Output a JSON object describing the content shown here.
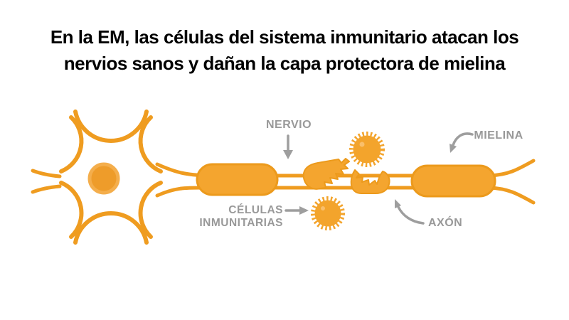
{
  "title": {
    "line1": "En la EM, las células del sistema inmunitario atacan los",
    "line2": "nervios sanos y dañan la capa protectora de mielina"
  },
  "labels": {
    "nerve": "NERVIO",
    "myelin": "MIELINA",
    "immune_line1": "CÉLULAS",
    "immune_line2": "INMUNITARIAS",
    "axon": "AXÓN"
  },
  "colors": {
    "orange": "#EF9C20",
    "myelin_fill": "#F4A52F",
    "myelin_border": "#EC9A1C",
    "nucleus_fill": "#EE9C2A",
    "nucleus_rim": "#F4AE4C",
    "immune_fill": "#F3A42C",
    "highlight": "#F9C272",
    "label_gray": "#999999",
    "arrow_gray": "#9E9E9E",
    "title_black": "#000000",
    "background": "#FFFFFF"
  }
}
